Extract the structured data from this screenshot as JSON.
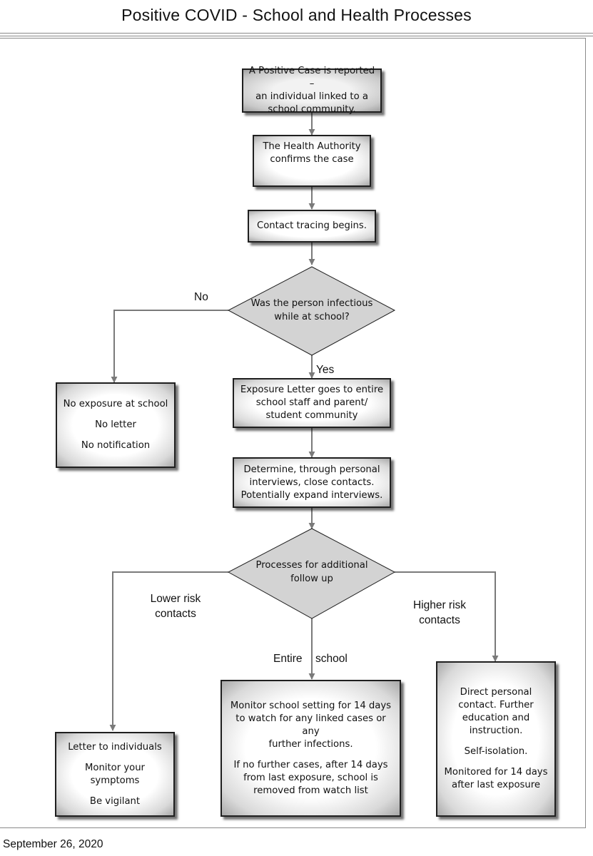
{
  "title": "Positive COVID - School and Health Processes",
  "date": "September 26, 2020",
  "nodes": {
    "case_reported": [
      "A Positive Case is reported –",
      "an individual linked to a",
      "school community."
    ],
    "confirms": [
      "The Health Authority",
      "confirms the case"
    ],
    "tracing": [
      "Contact tracing begins."
    ],
    "infectious_q": [
      "Was the person infectious",
      "while at school?"
    ],
    "no_exposure": [
      "No exposure at school",
      "No letter",
      "No notification"
    ],
    "exposure_letter": [
      "Exposure Letter goes to entire",
      "school staff and parent/",
      "student community"
    ],
    "determine": [
      "Determine, through personal",
      "interviews, close contacts.",
      "Potentially expand interviews."
    ],
    "processes_q": [
      "Processes for additional",
      "follow up"
    ],
    "letter_individuals": [
      "Letter to individuals",
      "Monitor your",
      "symptoms",
      "Be vigilant"
    ],
    "monitor_school": [
      "Monitor school setting for 14 days",
      "to watch for any linked cases or any",
      "further infections.",
      "If no further cases, after 14 days",
      "from last exposure, school is",
      "removed from watch list"
    ],
    "direct_contact": [
      "Direct personal",
      "contact. Further",
      "education and",
      "instruction.",
      "Self-isolation.",
      "Monitored for 14 days",
      "after last exposure"
    ]
  },
  "labels": {
    "no": "No",
    "yes": "Yes",
    "lower_risk": [
      "Lower risk",
      "contacts"
    ],
    "entire": "Entire",
    "school": "school",
    "higher_risk": [
      "Higher risk",
      "contacts"
    ]
  },
  "colors": {
    "line": "#7a7a7a",
    "diamond_fill": "#d3d3d3",
    "box_border": "#1f1f1f"
  }
}
